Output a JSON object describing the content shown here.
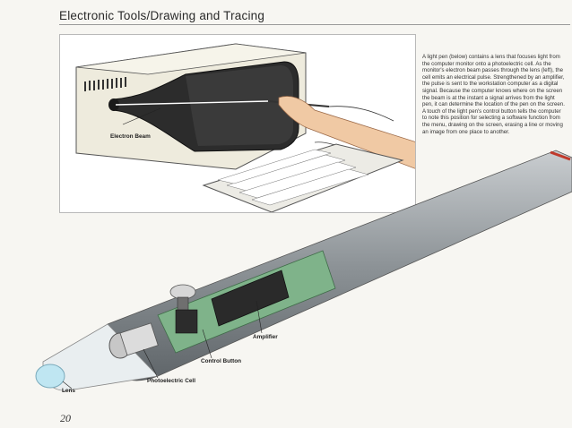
{
  "header": {
    "title": "Electronic Tools/Drawing and Tracing"
  },
  "caption": {
    "text": "A light pen (below) contains a lens that focuses light from the computer monitor onto a photoelectric cell. As the monitor's electron beam passes through the lens (left), the cell emits an electrical pulse. Strengthened by an amplifier, the pulse is sent to the workstation computer as a digital signal. Because the computer knows where on the screen the beam is at the instant a signal arrives from the light pen, it can determine the location of the pen on the screen. A touch of the light pen's control button tells the computer to note this position for selecting a software function from the menu, drawing on the screen, erasing a line or moving an image from one place to another."
  },
  "labels": {
    "electron_beam": "Electron Beam",
    "amplifier": "Amplifier",
    "control_button": "Control Button",
    "photoelectric_cell": "Photoelectric Cell",
    "lens": "Lens"
  },
  "footer": {
    "page_number": "20"
  },
  "colors": {
    "page_background": "#f7f6f2",
    "monitor_body": "#eeebdd",
    "screen": "#2c2c2c",
    "pen_body": "#9ea4a8",
    "circuit_board": "#7fb38a",
    "lens_glow": "#bfe6f2",
    "skin": "#f0c9a4"
  }
}
